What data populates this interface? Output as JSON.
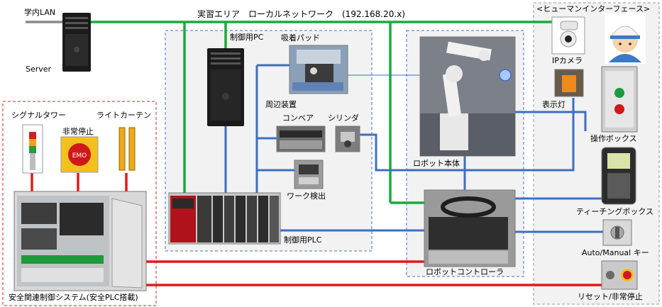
{
  "colors": {
    "network_line": "#1aaa3c",
    "signal_line": "#3b6fc4",
    "safety_line": "#e01b1b",
    "zone_blue_border": "#4a72b8",
    "zone_red_border": "#d62020",
    "zone_fill": "#f2f2f2"
  },
  "labels": {
    "campus_lan": "学内LAN",
    "server": "Server",
    "local_network": "実習エリア　ローカルネットワーク　(192.168.20.x)",
    "hmi_title": "<ヒューマンインターフェース>",
    "control_pc": "制御用PC",
    "suction_pad": "吸着パッド",
    "peripherals": "周辺装置",
    "conveyor": "コンベア",
    "cylinder": "シリンダ",
    "work_detect": "ワーク検出",
    "control_plc": "制御用PLC",
    "robot_body": "ロボット本体",
    "robot_controller": "ロボットコントローラ",
    "ip_camera": "IPカメラ",
    "indicator_lamp": "表示灯",
    "operation_box": "操作ボックス",
    "teaching_box": "ティーチングボックス",
    "auto_manual_key": "Auto/Manual キー",
    "reset_estop": "リセット/非常停止",
    "signal_tower": "シグナルタワー",
    "light_curtain": "ライトカーテン",
    "emergency_stop": "非常停止",
    "safety_system": "安全関連制御システム(安全PLC搭載)",
    "emo_text": "EMO"
  },
  "icons": {
    "server": "server-tower-icon",
    "pc": "pc-tower-icon",
    "camera": "ip-camera-icon",
    "operator": "operator-helmet-icon",
    "robot": "robot-arm-icon",
    "tower": "signal-tower-icon",
    "estop": "emergency-stop-icon",
    "curtain": "light-curtain-icon"
  }
}
